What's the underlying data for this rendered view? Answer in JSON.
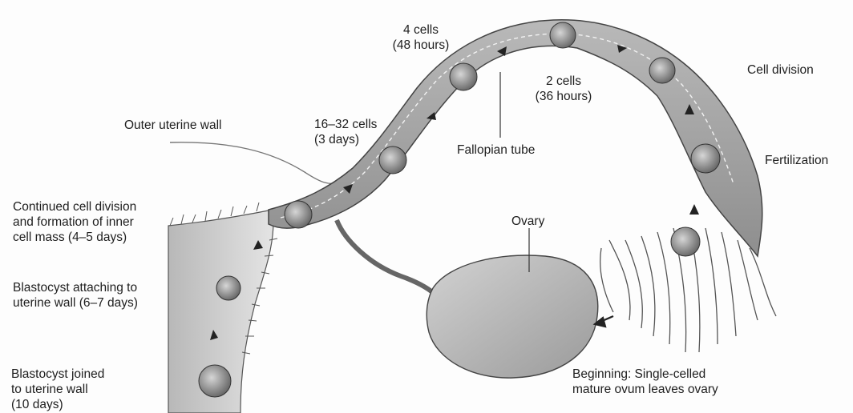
{
  "labels": {
    "four_cells": "4 cells\n(48 hours)",
    "two_cells": "2 cells\n(36 hours)",
    "cell_division": "Cell division",
    "outer_uterine_wall": "Outer uterine wall",
    "sixteen_cells": "16–32 cells\n(3 days)",
    "fallopian_tube": "Fallopian tube",
    "fertilization": "Fertilization",
    "continued_division": "Continued cell division\nand formation of inner\ncell mass (4–5 days)",
    "ovary": "Ovary",
    "blastocyst_attaching": "Blastocyst attaching to\nuterine wall (6–7 days)",
    "blastocyst_joined": "Blastocyst joined\nto uterine wall\n(10 days)",
    "beginning": "Beginning: Single-celled\nmature ovum leaves ovary"
  }
}
